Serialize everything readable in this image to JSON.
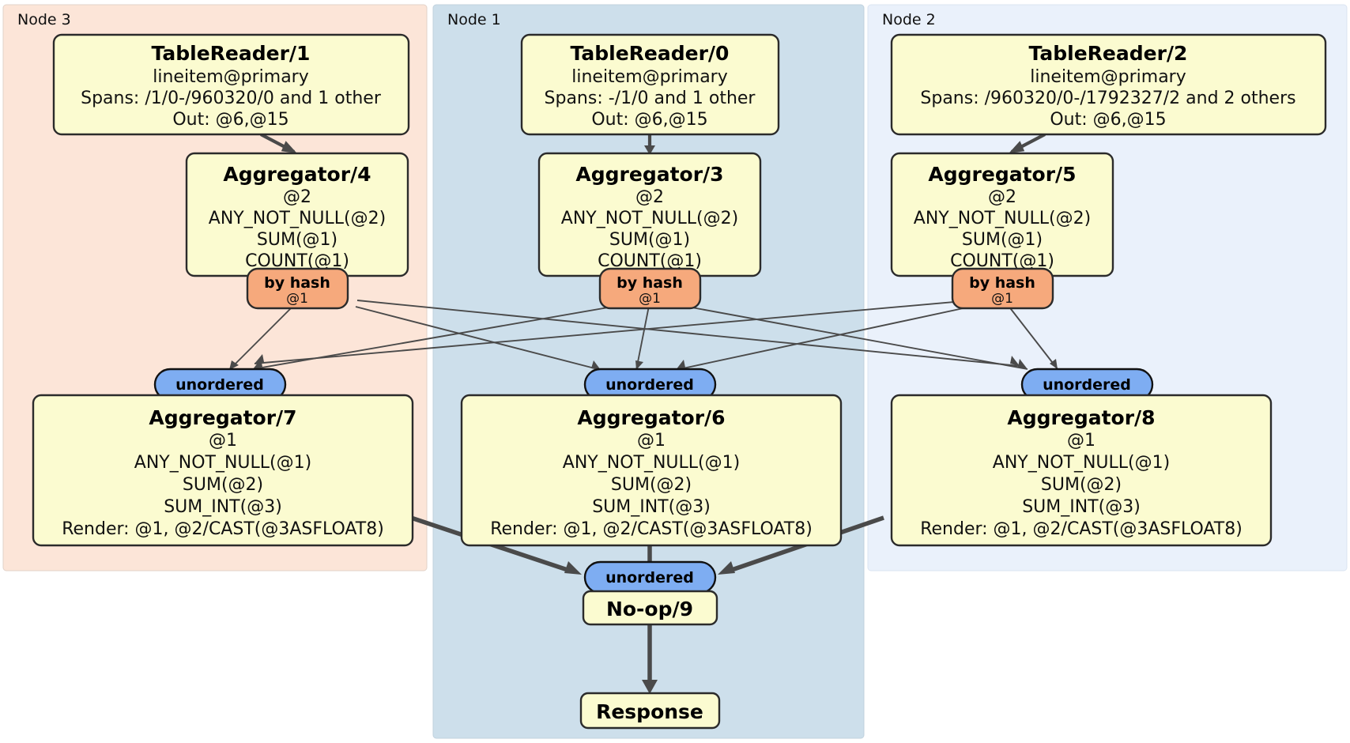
{
  "diagram": {
    "title": "Distributed query plan",
    "background": "#ffffff",
    "colors": {
      "panel_node3": "#fce5d8",
      "panel_node1": "#cddfeb",
      "panel_node2": "#eaf1fb",
      "processor_box": "#fbfbd0",
      "hash_badge": "#f6a97c",
      "unordered_badge": "#7eadf2",
      "edge": "#4a4a4a",
      "box_border": "#2b2b2b"
    }
  },
  "panels": [
    {
      "id": "node3",
      "label": "Node 3",
      "fill": "#fce5d8"
    },
    {
      "id": "node1",
      "label": "Node 1",
      "fill": "#cddfeb"
    },
    {
      "id": "node2",
      "label": "Node 2",
      "fill": "#eaf1fb"
    }
  ],
  "table_readers": [
    {
      "id": "tr1",
      "title": "TableReader/1",
      "lines": [
        "lineitem@primary",
        "Spans: /1/0-/960320/0 and 1 other",
        "Out: @6,@15"
      ]
    },
    {
      "id": "tr0",
      "title": "TableReader/0",
      "lines": [
        "lineitem@primary",
        "Spans: -/1/0 and 1 other",
        "Out: @6,@15"
      ]
    },
    {
      "id": "tr2",
      "title": "TableReader/2",
      "lines": [
        "lineitem@primary",
        "Spans: /960320/0-/1792327/2 and 2 others",
        "Out: @6,@15"
      ]
    }
  ],
  "stage1_aggregators": [
    {
      "id": "agg4",
      "title": "Aggregator/4",
      "lines": [
        "@2",
        "ANY_NOT_NULL(@2)",
        "SUM(@1)",
        "COUNT(@1)"
      ]
    },
    {
      "id": "agg3",
      "title": "Aggregator/3",
      "lines": [
        "@2",
        "ANY_NOT_NULL(@2)",
        "SUM(@1)",
        "COUNT(@1)"
      ]
    },
    {
      "id": "agg5",
      "title": "Aggregator/5",
      "lines": [
        "@2",
        "ANY_NOT_NULL(@2)",
        "SUM(@1)",
        "COUNT(@1)"
      ]
    }
  ],
  "hash_badges": [
    {
      "id": "hash4",
      "title": "by hash",
      "sub": "@1"
    },
    {
      "id": "hash3",
      "title": "by hash",
      "sub": "@1"
    },
    {
      "id": "hash5",
      "title": "by hash",
      "sub": "@1"
    }
  ],
  "unordered_badges": [
    {
      "id": "unordered_left",
      "label": "unordered"
    },
    {
      "id": "unordered_mid",
      "label": "unordered"
    },
    {
      "id": "unordered_right",
      "label": "unordered"
    },
    {
      "id": "unordered_final",
      "label": "unordered"
    }
  ],
  "stage2_aggregators": [
    {
      "id": "agg7",
      "title": "Aggregator/7",
      "lines": [
        "@1",
        "ANY_NOT_NULL(@1)",
        "SUM(@2)",
        "SUM_INT(@3)",
        "Render: @1, @2/CAST(@3ASFLOAT8)"
      ]
    },
    {
      "id": "agg6",
      "title": "Aggregator/6",
      "lines": [
        "@1",
        "ANY_NOT_NULL(@1)",
        "SUM(@2)",
        "SUM_INT(@3)",
        "Render: @1, @2/CAST(@3ASFLOAT8)"
      ]
    },
    {
      "id": "agg8",
      "title": "Aggregator/8",
      "lines": [
        "@1",
        "ANY_NOT_NULL(@1)",
        "SUM(@2)",
        "SUM_INT(@3)",
        "Render: @1, @2/CAST(@3ASFLOAT8)"
      ]
    }
  ],
  "terminal": {
    "noop": {
      "id": "noop9",
      "title": "No-op/9"
    },
    "response": {
      "id": "response",
      "title": "Response"
    }
  }
}
